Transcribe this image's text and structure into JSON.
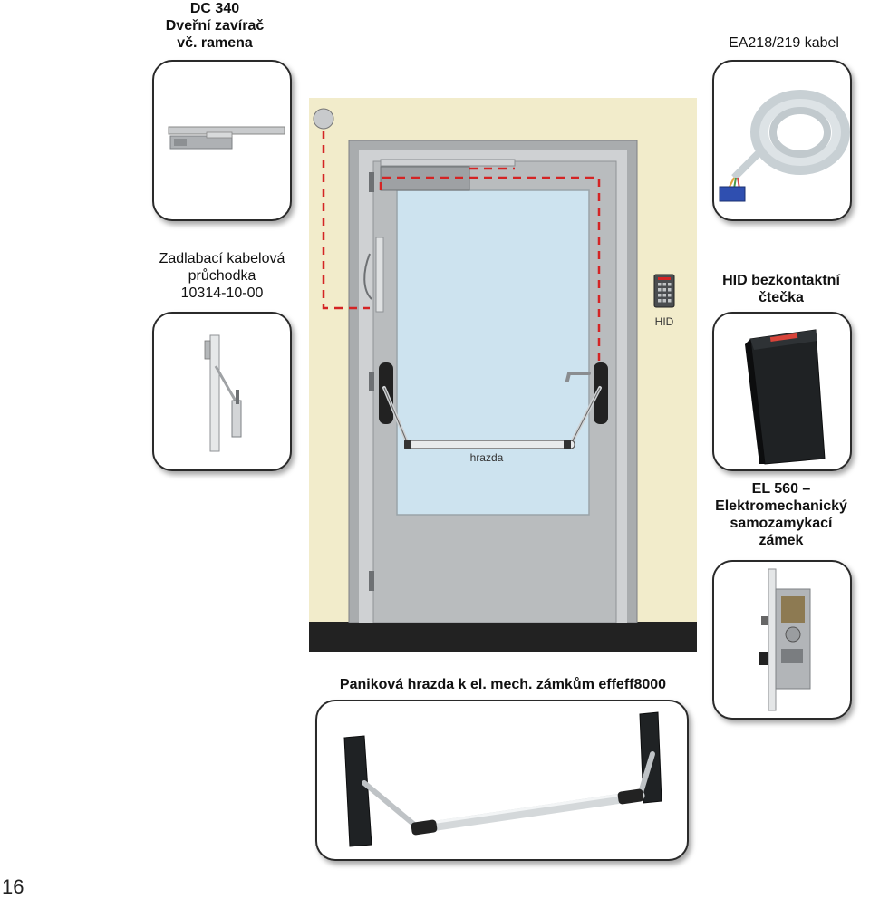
{
  "labels": {
    "closer": [
      "DC 340",
      "Dveřní zavírač",
      "vč. ramena"
    ],
    "cable": "EA218/219 kabel",
    "passage": [
      "Zadlabací kabelová",
      "průchodka",
      "10314-10-00"
    ],
    "reader": [
      "HID bezkontaktní",
      "čtečka"
    ],
    "lock": [
      "EL 560 –",
      "Elektromechanický",
      "samozamykací",
      "zámek"
    ],
    "panic_bar": "Paniková hrazda k el. mech. zámkům effeff8000",
    "door_bar": "hrazda",
    "keypad": "HID"
  },
  "page_number": "16",
  "colors": {
    "wall": "#f2eccb",
    "floor": "#222222",
    "door": "#b9bcbe",
    "frame": "#a9acae",
    "glass": "#cde3ef",
    "wire": "#d42424",
    "card_border": "#2a2a2a"
  }
}
